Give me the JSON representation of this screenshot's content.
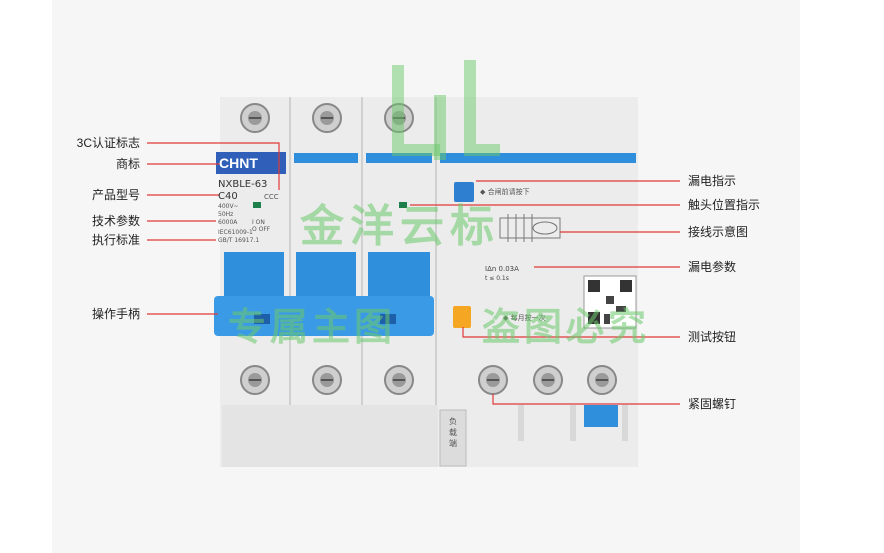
{
  "left_labels": [
    {
      "text": "3C认证标志"
    },
    {
      "text": "商标"
    },
    {
      "text": "产品型号"
    },
    {
      "text": "技术参数"
    },
    {
      "text": "执行标准"
    },
    {
      "text": "操作手柄"
    }
  ],
  "right_labels": [
    {
      "text": "漏电指示"
    },
    {
      "text": "触头位置指示"
    },
    {
      "text": "接线示意图"
    },
    {
      "text": "漏电参数"
    },
    {
      "text": "测试按钮"
    },
    {
      "text": "紧固螺钉"
    }
  ],
  "device": {
    "brand": "CHNT",
    "model": "NXBLE-63",
    "rating": "C40",
    "spec1": "400V~",
    "spec2": "50Hz",
    "spec3": "6000A",
    "on_text": "I ON",
    "off_text": "O OFF",
    "std1": "IEC61009-1",
    "std2": "GB/T 16917.1",
    "cert": "CCC",
    "close_hint": "◆ 合闸前请按下",
    "leak_current": "IΔn 0.03A",
    "leak_time": "t ≤ 0.1s",
    "test_hint": "◆ 每月按一次",
    "load_label": "负载端"
  },
  "watermark": {
    "line1": "金洋云标",
    "line2": "专属主图",
    "line3": "盗图必究"
  },
  "colors": {
    "blue": "#2f8fdc",
    "red_line": "#e03a3a",
    "orange": "#f5a623",
    "watermark": "#6ac86a"
  }
}
